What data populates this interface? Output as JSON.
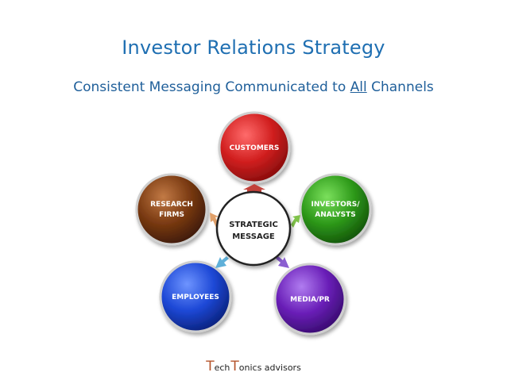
{
  "slide": {
    "title": "Investor Relations Strategy",
    "subtitle_pre": "Consistent Messaging Communicated to ",
    "subtitle_em": "All",
    "subtitle_post": " Channels"
  },
  "diagram": {
    "center": {
      "line1": "STRATEGIC",
      "line2": "MESSAGE"
    },
    "nodes": [
      {
        "id": "customers",
        "line1": "CUSTOMERS",
        "line2": "",
        "color": "#d11f1f"
      },
      {
        "id": "investors",
        "line1": "INVESTORS/",
        "line2": "ANALYSTS",
        "color": "#2e9a1a"
      },
      {
        "id": "media",
        "line1": "MEDIA/PR",
        "line2": "",
        "color": "#6a1fb8"
      },
      {
        "id": "employees",
        "line1": "EMPLOYEES",
        "line2": "",
        "color": "#1d48d6"
      },
      {
        "id": "research",
        "line1": "RESEARCH",
        "line2": "FIRMS",
        "color": "#7a3a12"
      }
    ],
    "arrow_colors": {
      "customers": "#c2413a",
      "investors": "#7fc24a",
      "media": "#8b5fd1",
      "employees": "#5fb0d9",
      "research": "#e0a06a"
    }
  },
  "footer": {
    "brand_T1": "T",
    "brand_ech": "ech",
    "brand_T2": "T",
    "brand_onics": "onics advisors"
  }
}
